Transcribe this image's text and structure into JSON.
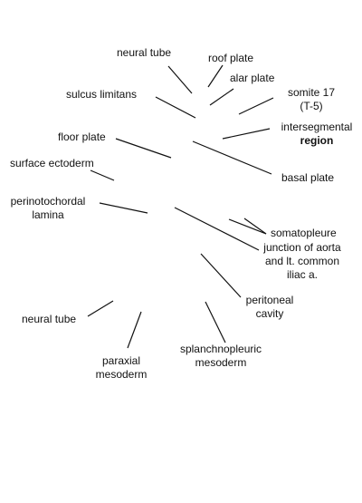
{
  "labels": {
    "neural_tube_top": "neural tube",
    "roof_plate": "roof plate",
    "alar_plate": "alar plate",
    "somite_line1": "somite 17",
    "somite_line2": "(T-5)",
    "sulcus_limitans": "sulcus limitans",
    "intersegmental": "intersegmental",
    "region": "region",
    "floor_plate": "floor plate",
    "basal_plate": "basal plate",
    "surface_ectoderm": "surface ectoderm",
    "perinotochordal_line1": "perinotochordal",
    "perinotochordal_line2": "lamina",
    "somatopleure": "somatopleure",
    "junction_line1": "junction of aorta",
    "junction_line2": "and lt. common",
    "junction_line3": "iliac a.",
    "peritoneal_line1": "peritoneal",
    "peritoneal_line2": "cavity",
    "neural_tube_bottom": "neural tube",
    "paraxial_line1": "paraxial",
    "paraxial_line2": "mesoderm",
    "splanchno_line1": "splanchnopleuric",
    "splanchno_line2": "mesoderm"
  }
}
